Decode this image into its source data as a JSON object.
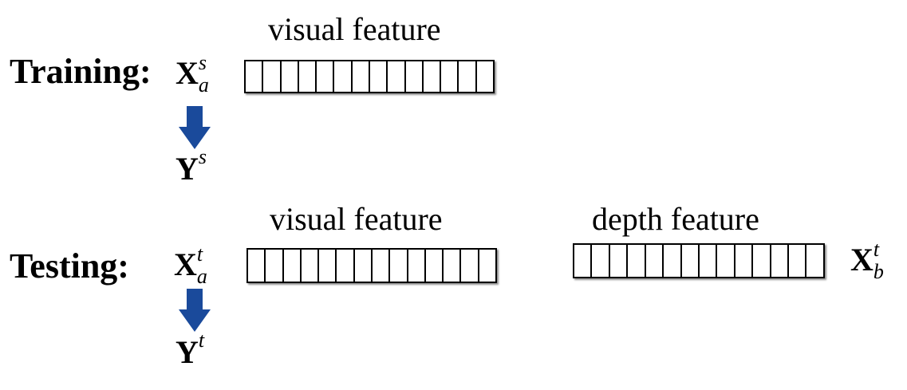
{
  "colors": {
    "arrow": "#1a4a9b"
  },
  "training": {
    "label": "Training:",
    "visual_caption": "visual feature",
    "input": {
      "base": "X",
      "sup": "s",
      "sub": "a"
    },
    "output": {
      "base": "Y",
      "sup": "s"
    }
  },
  "testing": {
    "label": "Testing:",
    "visual_caption": "visual feature",
    "depth_caption": "depth feature",
    "input": {
      "base": "X",
      "sup": "t",
      "sub": "a"
    },
    "output": {
      "base": "Y",
      "sup": "t"
    },
    "depth_symbol": {
      "base": "X",
      "sup": "t",
      "sub": "b"
    }
  },
  "feature_cells": 14
}
